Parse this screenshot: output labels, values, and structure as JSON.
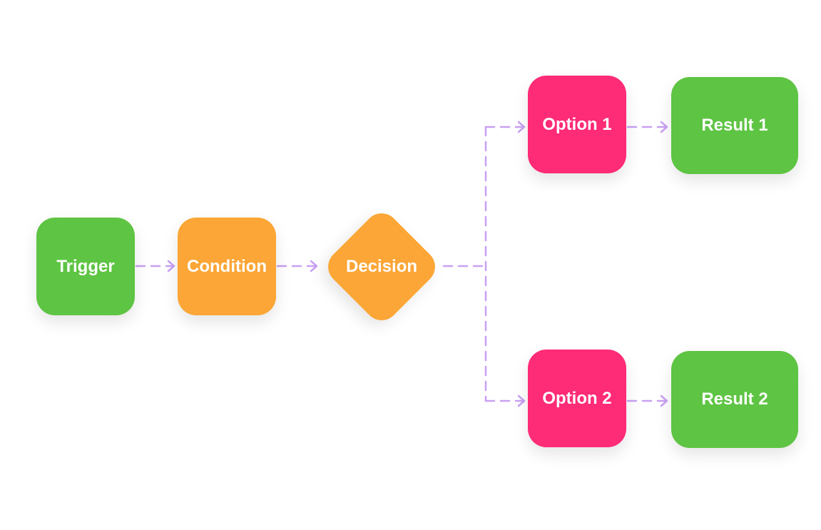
{
  "colors": {
    "green": "#5ec443",
    "orange": "#fba636",
    "pink": "#fe2b76",
    "connector": "#c9a0f2",
    "text": "#ffffff"
  },
  "nodes": {
    "trigger": "Trigger",
    "condition": "Condition",
    "decision": "Decision",
    "option1": "Option 1",
    "option2": "Option 2",
    "result1": "Result 1",
    "result2": "Result 2"
  },
  "edges": [
    [
      "trigger",
      "condition"
    ],
    [
      "condition",
      "decision"
    ],
    [
      "decision",
      "option1"
    ],
    [
      "decision",
      "option2"
    ],
    [
      "option1",
      "result1"
    ],
    [
      "option2",
      "result2"
    ]
  ]
}
